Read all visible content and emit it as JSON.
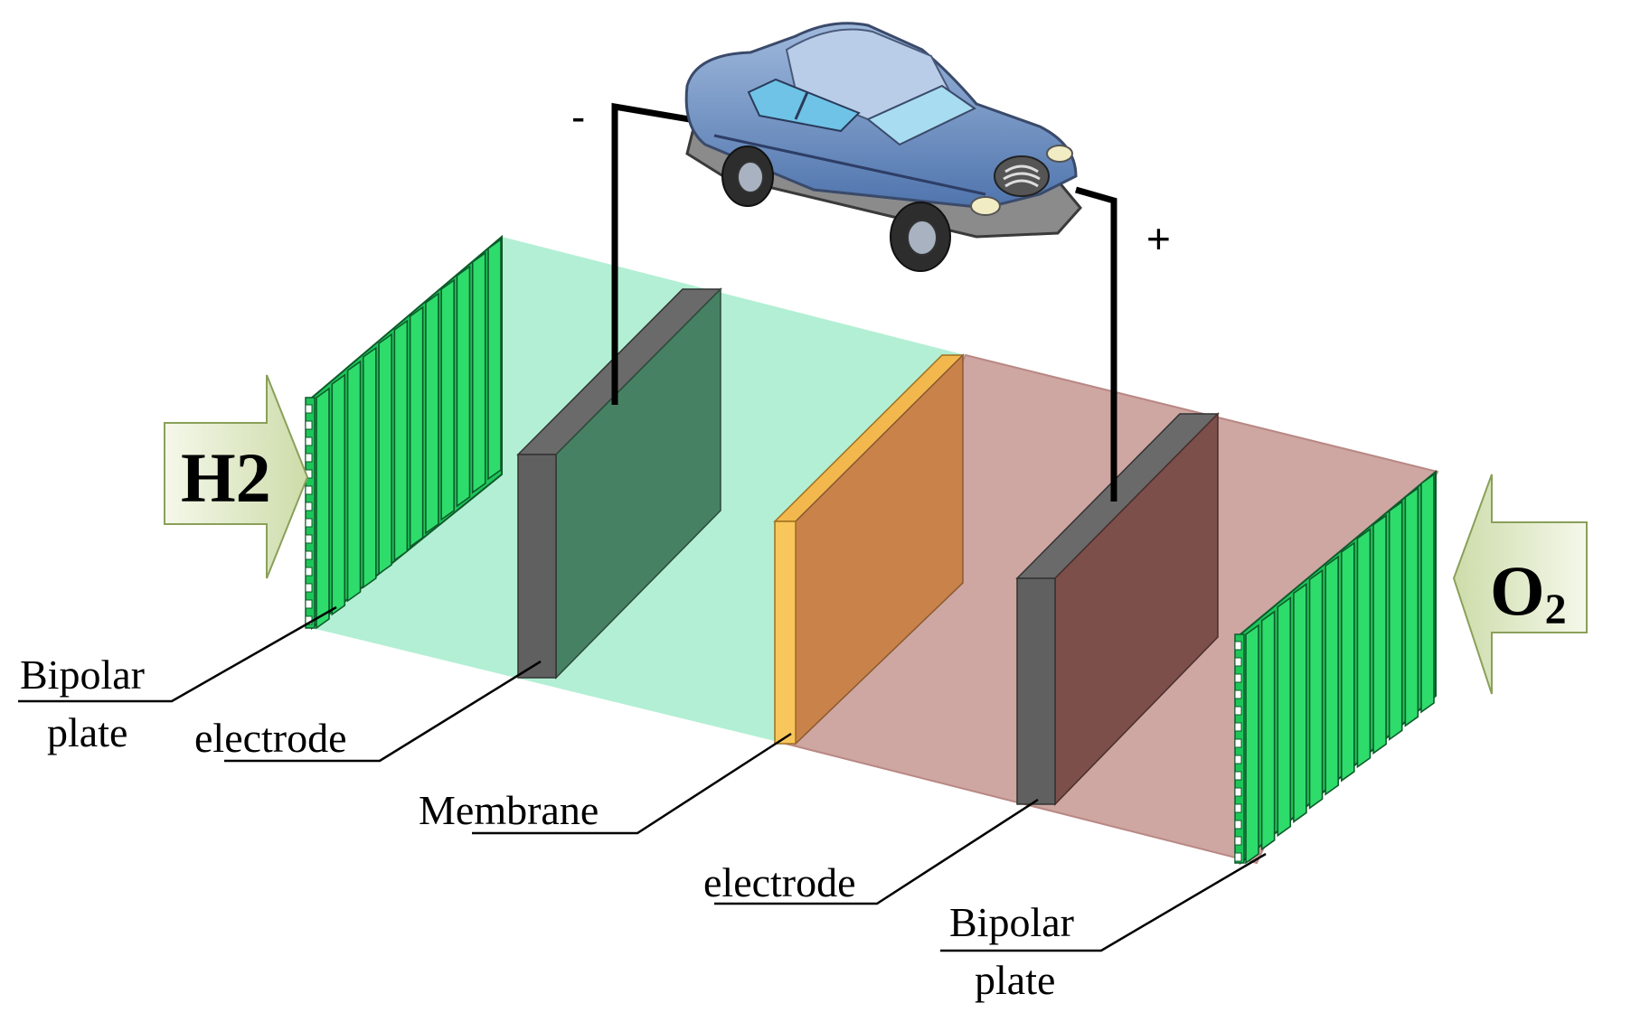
{
  "inputs": {
    "left_gas": "H2",
    "right_gas_symbol": "O",
    "right_gas_subscript": "2"
  },
  "polarity": {
    "negative": "-",
    "positive": "+"
  },
  "labels": {
    "bipolar_left_line1": "Bipolar",
    "bipolar_left_line2": "plate",
    "electrode_left": "electrode",
    "membrane": "Membrane",
    "electrode_right": "electrode",
    "bipolar_right_line1": "Bipolar",
    "bipolar_right_line2": "plate"
  },
  "colors": {
    "anode_zone": "#b3efd4",
    "cathode_zone": "#c99c98",
    "bipolar_plate": "#1ec65a",
    "electrode_left_face": "#468164",
    "electrode_right_face": "#7c4f4b",
    "electrode_edge": "#606060",
    "membrane_face": "#c9824a",
    "membrane_edge": "#f8c65a",
    "arrow_fill": "#e6efcf",
    "car_body": "#6e92c4"
  }
}
